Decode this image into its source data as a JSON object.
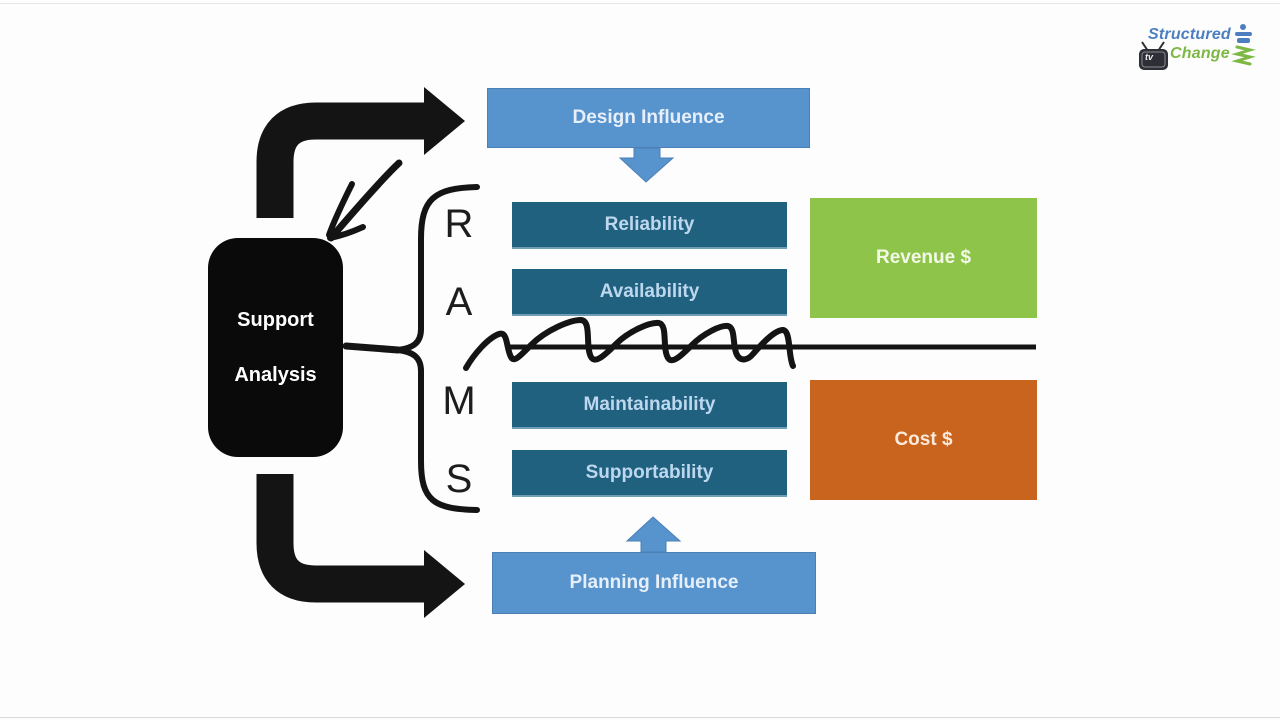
{
  "canvas": {
    "background": "#fdfdfd",
    "ink_color": "#141414"
  },
  "logo": {
    "word1": "Structured",
    "word1_color": "#4c7fc0",
    "word2": "Change",
    "word2_color": "#7db844",
    "tv_label": "tv"
  },
  "flow": {
    "design_influence": "Design Influence",
    "planning_influence": "Planning Influence",
    "influence_fill": "#5793cc",
    "influence_border": "#4a80b5",
    "influence_text_color": "#e7f0fa"
  },
  "support": {
    "line1": "Support",
    "line2": "Analysis",
    "fill": "#0a0a0a",
    "text_color": "#ffffff"
  },
  "rams": {
    "letters": [
      "R",
      "A",
      "M",
      "S"
    ],
    "attributes": [
      "Reliability",
      "Availability",
      "Maintainability",
      "Supportability"
    ],
    "box_fill": "#20617f",
    "box_text_color": "#bdd7ee"
  },
  "outcomes": {
    "revenue": {
      "label": "Revenue $",
      "fill": "#8ec44a",
      "text_color": "#f3f9e6"
    },
    "cost": {
      "label": "Cost $",
      "fill": "#c9641f",
      "text_color": "#fbeadb"
    }
  }
}
